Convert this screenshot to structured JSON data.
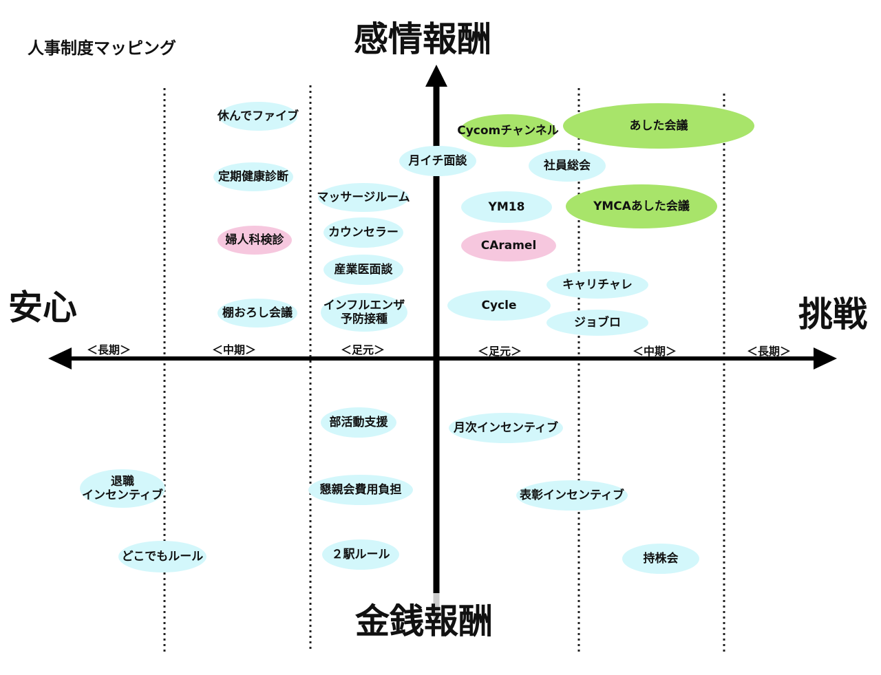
{
  "page_title": "人事制度マッピング",
  "axes": {
    "top": "感情報酬",
    "bottom": "金銭報酬",
    "left": "安心",
    "right": "挑戦"
  },
  "terms": {
    "left_long": "＜長期＞",
    "left_mid": "＜中期＞",
    "left_near": "＜足元＞",
    "right_near": "＜足元＞",
    "right_mid": "＜中期＞",
    "right_long": "＜長期＞"
  },
  "colors": {
    "blue": "#d3f7fb",
    "pink": "#f6c7de",
    "green": "#a8e46a"
  },
  "items": {
    "yasunde_five": "休んでファイブ",
    "teiki_kenkou": "定期健康診断",
    "fujinka": "婦人科検診",
    "tanaoroshi": "棚おろし会議",
    "massage": "マッサージルーム",
    "counselor": "カウンセラー",
    "sangyoui": "産業医面談",
    "influenza": "インフルエンザ\n予防接種",
    "tsukiichi": "月イチ面談",
    "cycom": "Cycomチャンネル",
    "ashita": "あした会議",
    "shain_soukai": "社員総会",
    "ym18": "YM18",
    "ymca_ashita": "YMCAあした会議",
    "caramel": "CAramel",
    "kyarichare": "キャリチャレ",
    "cycle": "Cycle",
    "jobburo": "ジョブロ",
    "bukatsudou": "部活動支援",
    "konshinkai": "懇親会費用負担",
    "ekiruru": "２駅ルール",
    "taishoku": "退職\nインセンティブ",
    "dokodemo": "どこでもルール",
    "getsuji": "月次インセンティブ",
    "hyoushou": "表彰インセンティブ",
    "mochikabu": "持株会"
  }
}
